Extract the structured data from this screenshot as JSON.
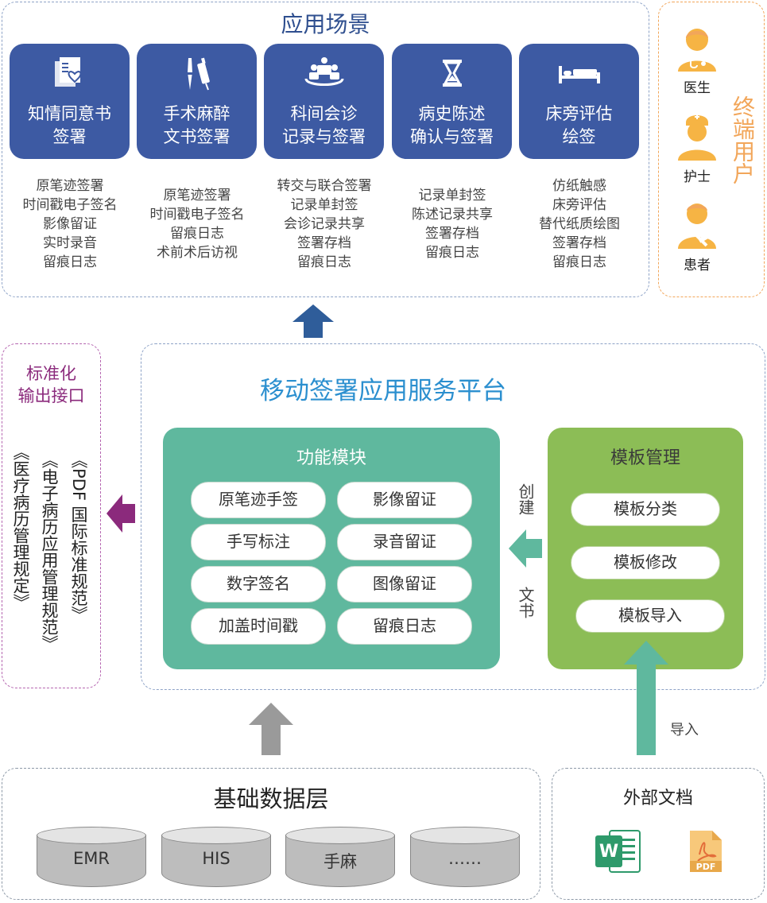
{
  "scenarios": {
    "title": "应用场景",
    "cards": [
      {
        "title": "知情同意书\n签署",
        "icon": "consent-document-heart-icon",
        "items": [
          "原笔迹签署",
          "时间戳电子签名",
          "影像留证",
          "实时录音",
          "留痕日志"
        ]
      },
      {
        "title": "手术麻醉\n文书签署",
        "icon": "scalpel-syringe-icon",
        "items": [
          "原笔迹签署",
          "时间戳电子签名",
          "留痕日志",
          "术前术后访视"
        ]
      },
      {
        "title": "科间会诊\n记录与签署",
        "icon": "meeting-people-icon",
        "items": [
          "转交与联合签署",
          "记录单封签",
          "会诊记录共享",
          "签署存档",
          "留痕日志"
        ]
      },
      {
        "title": "病史陈述\n确认与签署",
        "icon": "hourglass-icon",
        "items": [
          "记录单封签",
          "陈述记录共享",
          "签署存档",
          "留痕日志"
        ]
      },
      {
        "title": "床旁评估\n绘签",
        "icon": "bed-icon",
        "items": [
          "仿纸触感",
          "床旁评估",
          "替代纸质绘图",
          "签署存档",
          "留痕日志"
        ]
      }
    ]
  },
  "end_users": {
    "title": "终端用户",
    "users": [
      {
        "label": "医生",
        "icon": "doctor-icon"
      },
      {
        "label": "护士",
        "icon": "nurse-icon"
      },
      {
        "label": "患者",
        "icon": "patient-icon"
      }
    ]
  },
  "platform": {
    "title": "移动签署应用服务平台",
    "function_modules": {
      "title": "功能模块",
      "items": [
        "原笔迹手签",
        "影像留证",
        "手写标注",
        "录音留证",
        "数字签名",
        "图像留证",
        "加盖时间戳",
        "留痕日志"
      ]
    },
    "template_mgmt": {
      "title": "模板管理",
      "items": [
        "模板分类",
        "模板修改",
        "模板导入"
      ]
    },
    "create_label": "创建",
    "doc_label": "文书"
  },
  "output": {
    "title": "标准化\n输出接口",
    "standards": [
      "《PDF 国际标准规范》",
      "《电子病历应用管理规范》",
      "《医疗病历管理规定》"
    ]
  },
  "data_layer": {
    "title": "基础数据层",
    "items": [
      "EMR",
      "HIS",
      "手麻",
      "……"
    ]
  },
  "external_docs": {
    "title": "外部文档",
    "import_label": "导入",
    "pdf_label": "PDF",
    "word_label": "W"
  },
  "colors": {
    "scene_blue": "#3d5aa3",
    "platform_teal": "#5fb89e",
    "template_green": "#8cbd56",
    "output_purple": "#8b2a7c",
    "arrow_blue": "#2f5d9a",
    "arrow_gray": "#9a9a9a",
    "accent_orange": "#f2a65a",
    "title_blue": "#2b8fcf"
  }
}
